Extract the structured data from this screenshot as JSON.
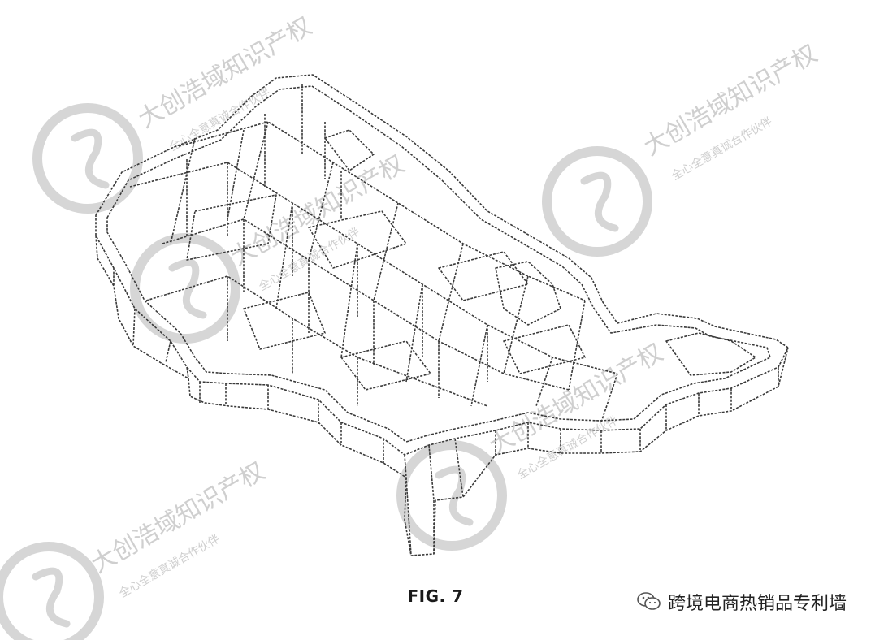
{
  "figure": {
    "caption": "FIG. 7",
    "image_label": "Perspective patent line drawing: irregular outer tray wall with internal grid of ribs and partition walls (dashed lines)"
  },
  "watermarks": {
    "stamp_text": "大创浩域知识产权",
    "stamp_subtext": "全心全意真诚合作伙伴",
    "banner_text": "跨境电商热销品专利墙"
  },
  "colors": {
    "line": "#3a3a3a",
    "watermark": "#d0d0d0",
    "caption": "#1a1a1a"
  }
}
